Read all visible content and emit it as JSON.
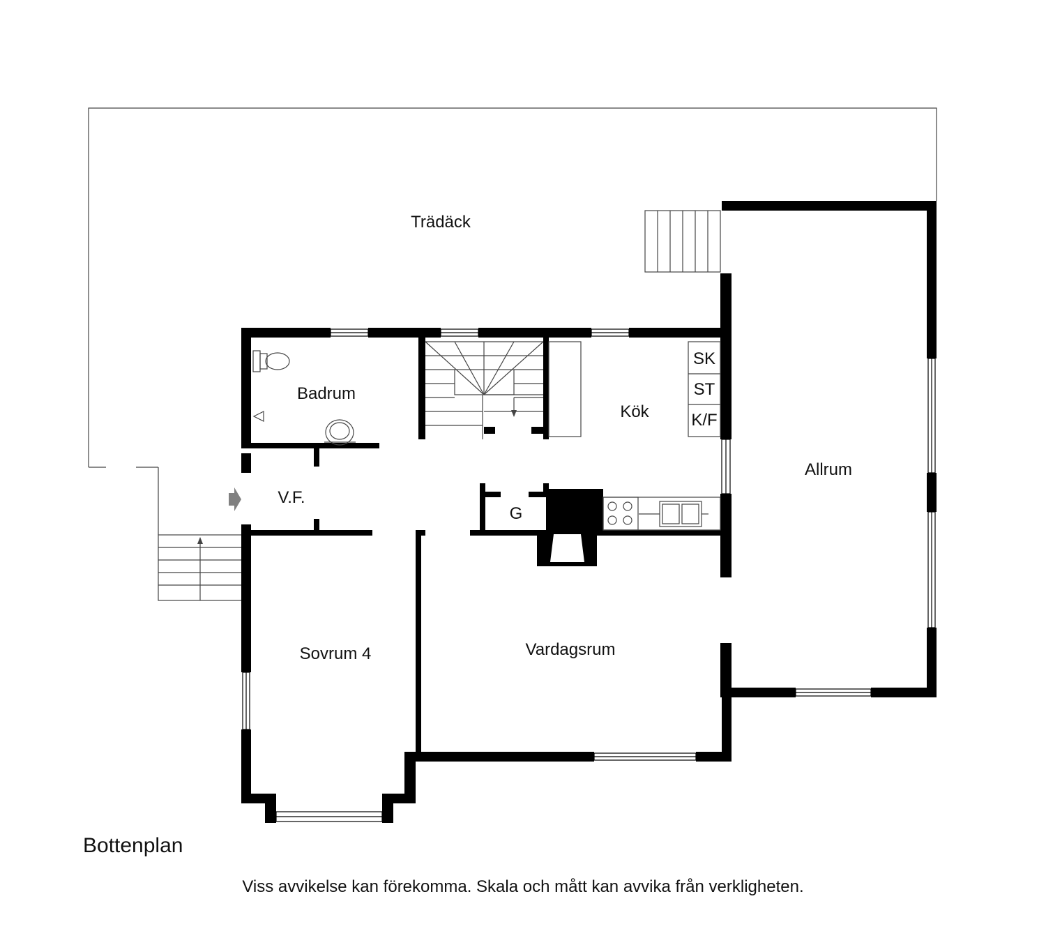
{
  "plan_title": "Bottenplan",
  "disclaimer": "Viss avvikelse kan förekomma. Skala och mått kan avvika från verkligheten.",
  "rooms": {
    "tradack": "Trädäck",
    "badrum": "Badrum",
    "kok": "Kök",
    "allrum": "Allrum",
    "vf": "V.F.",
    "g": "G",
    "sovrum4": "Sovrum 4",
    "vardagsrum": "Vardagsrum"
  },
  "appliances": {
    "sk": "SK",
    "st": "ST",
    "kf": "K/F"
  },
  "colors": {
    "wall": "#000000",
    "line": "#333333",
    "entrance_arrow": "#808080",
    "background": "#ffffff"
  }
}
